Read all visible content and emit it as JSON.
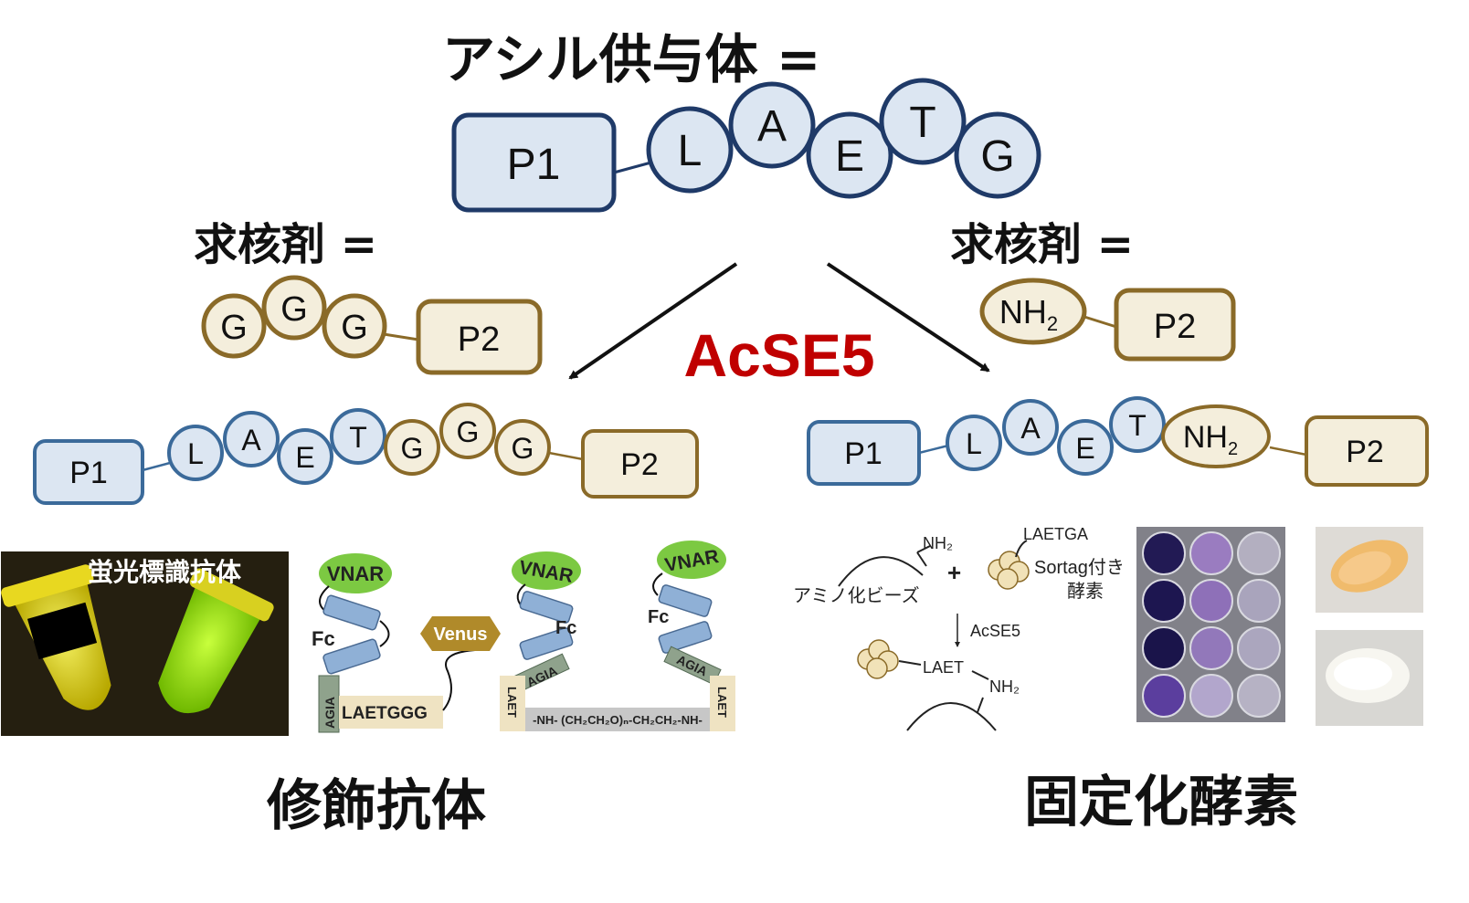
{
  "top": {
    "title": "アシル供与体 =",
    "p1": "P1",
    "chain": [
      "L",
      "A",
      "E",
      "T",
      "G"
    ]
  },
  "left_nucleophile": {
    "label": "求核剤 =",
    "glycines": [
      "G",
      "G",
      "G"
    ],
    "p2": "P2"
  },
  "right_nucleophile": {
    "label": "求核剤 =",
    "amine": "NH",
    "amine_sub": "2",
    "p2": "P2"
  },
  "enzyme": "AcSE5",
  "left_product": {
    "p1": "P1",
    "chain": [
      "L",
      "A",
      "E",
      "T"
    ],
    "glycines": [
      "G",
      "G",
      "G"
    ],
    "p2": "P2"
  },
  "right_product": {
    "p1": "P1",
    "chain": [
      "L",
      "A",
      "E",
      "T"
    ],
    "amine": "NH",
    "amine_sub": "2",
    "p2": "P2"
  },
  "antibody_panel": {
    "photo_label": "蛍光標識抗体",
    "vnar": "VNAR",
    "fc": "Fc",
    "agia": "AGIA",
    "venus": "Venus",
    "laetggg": "LAETGGG",
    "laet": "LAET",
    "linker": "-NH- (CH₂CH₂O)ₙ-CH₂CH₂-NH-"
  },
  "enzyme_panel": {
    "nh2": "NH₂",
    "beads": "アミノ化ビーズ",
    "plus": "+",
    "laetga": "LAETGA",
    "sortag": "Sortag付き",
    "enzyme_word": "酵素",
    "acse5": "AcSE5",
    "laet": "LAET"
  },
  "captions": {
    "left": "修飾抗体",
    "right": "固定化酵素"
  },
  "colors": {
    "blue_fill": "#dce6f2",
    "blue_stroke": "#1f3a68",
    "blue_stroke_small": "#3b6a9a",
    "tan_fill": "#f4eedc",
    "tan_stroke": "#8a6a28",
    "enzyme_red": "#c00000"
  }
}
